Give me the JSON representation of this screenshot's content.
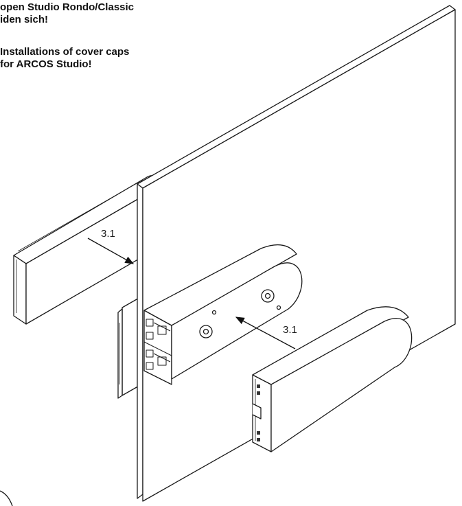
{
  "notes": {
    "german": [
      "open Studio Rondo/Classic",
      "iden sich!"
    ],
    "english": [
      "Installations of cover caps",
      "for ARCOS Studio!"
    ]
  },
  "callouts": {
    "left": "3.1",
    "right": "3.1"
  }
}
